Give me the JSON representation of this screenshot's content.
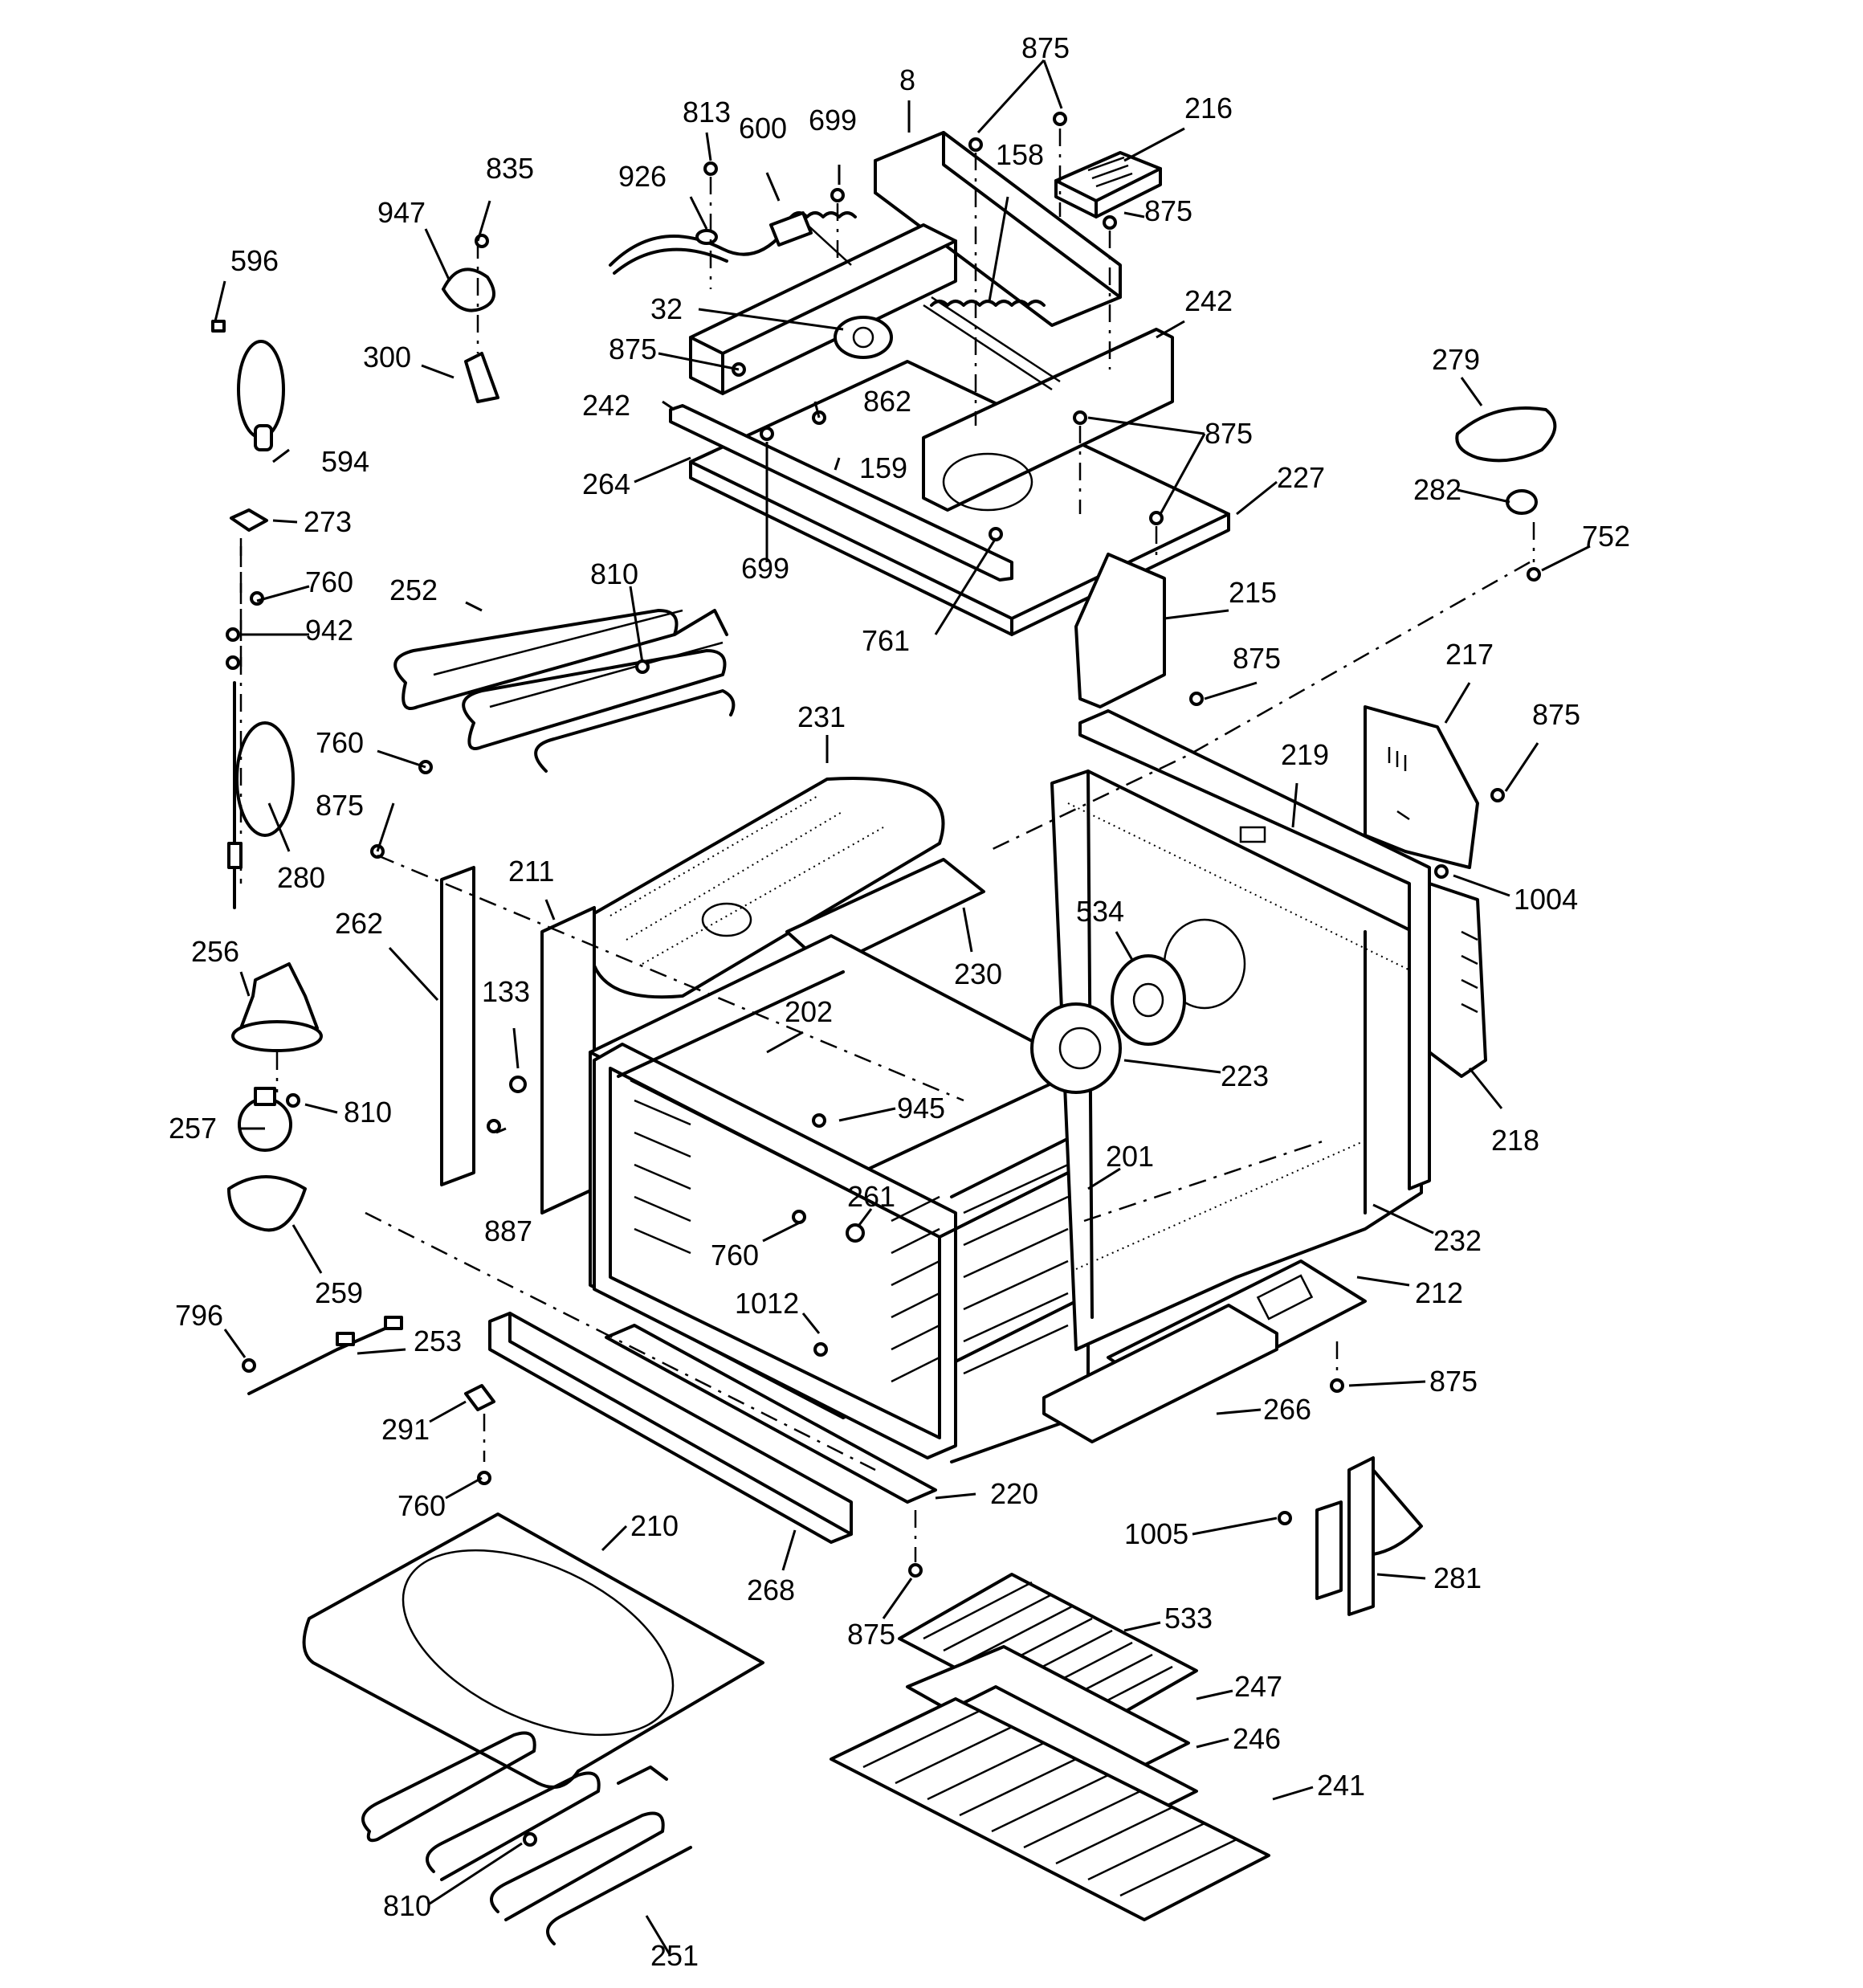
{
  "labels": [
    {
      "id": "p875a",
      "text": "875"
    },
    {
      "id": "p8",
      "text": "8"
    },
    {
      "id": "p216",
      "text": "216"
    },
    {
      "id": "p813",
      "text": "813"
    },
    {
      "id": "p600",
      "text": "600"
    },
    {
      "id": "p699a",
      "text": "699"
    },
    {
      "id": "p835",
      "text": "835"
    },
    {
      "id": "p158",
      "text": "158"
    },
    {
      "id": "p926",
      "text": "926"
    },
    {
      "id": "p947",
      "text": "947"
    },
    {
      "id": "p875b",
      "text": "875"
    },
    {
      "id": "p596",
      "text": "596"
    },
    {
      "id": "p32",
      "text": "32"
    },
    {
      "id": "p242a",
      "text": "242"
    },
    {
      "id": "p875c",
      "text": "875"
    },
    {
      "id": "p300",
      "text": "300"
    },
    {
      "id": "p242b",
      "text": "242"
    },
    {
      "id": "p862",
      "text": "862"
    },
    {
      "id": "p279",
      "text": "279"
    },
    {
      "id": "p875d",
      "text": "875"
    },
    {
      "id": "p594",
      "text": "594"
    },
    {
      "id": "p159",
      "text": "159"
    },
    {
      "id": "p264",
      "text": "264"
    },
    {
      "id": "p227",
      "text": "227"
    },
    {
      "id": "p282",
      "text": "282"
    },
    {
      "id": "p273",
      "text": "273"
    },
    {
      "id": "p752",
      "text": "752"
    },
    {
      "id": "p699b",
      "text": "699"
    },
    {
      "id": "p810a",
      "text": "810"
    },
    {
      "id": "p760a",
      "text": "760"
    },
    {
      "id": "p252",
      "text": "252"
    },
    {
      "id": "p215",
      "text": "215"
    },
    {
      "id": "p942",
      "text": "942"
    },
    {
      "id": "p761",
      "text": "761"
    },
    {
      "id": "p217",
      "text": "217"
    },
    {
      "id": "p875e",
      "text": "875"
    },
    {
      "id": "p231",
      "text": "231"
    },
    {
      "id": "p875f",
      "text": "875"
    },
    {
      "id": "p760b",
      "text": "760"
    },
    {
      "id": "p219",
      "text": "219"
    },
    {
      "id": "p875g",
      "text": "875"
    },
    {
      "id": "p280",
      "text": "280"
    },
    {
      "id": "p211",
      "text": "211"
    },
    {
      "id": "p1004",
      "text": "1004"
    },
    {
      "id": "p262",
      "text": "262"
    },
    {
      "id": "p534",
      "text": "534"
    },
    {
      "id": "p256",
      "text": "256"
    },
    {
      "id": "p230",
      "text": "230"
    },
    {
      "id": "p133",
      "text": "133"
    },
    {
      "id": "p202",
      "text": "202"
    },
    {
      "id": "p223",
      "text": "223"
    },
    {
      "id": "p810b",
      "text": "810"
    },
    {
      "id": "p945",
      "text": "945"
    },
    {
      "id": "p257",
      "text": "257"
    },
    {
      "id": "p218",
      "text": "218"
    },
    {
      "id": "p201",
      "text": "201"
    },
    {
      "id": "p261",
      "text": "261"
    },
    {
      "id": "p887",
      "text": "887"
    },
    {
      "id": "p760c",
      "text": "760"
    },
    {
      "id": "p232",
      "text": "232"
    },
    {
      "id": "p259",
      "text": "259"
    },
    {
      "id": "p212",
      "text": "212"
    },
    {
      "id": "p1012",
      "text": "1012"
    },
    {
      "id": "p796",
      "text": "796"
    },
    {
      "id": "p253",
      "text": "253"
    },
    {
      "id": "p875h",
      "text": "875"
    },
    {
      "id": "p266",
      "text": "266"
    },
    {
      "id": "p291",
      "text": "291"
    },
    {
      "id": "p220",
      "text": "220"
    },
    {
      "id": "p760d",
      "text": "760"
    },
    {
      "id": "p210",
      "text": "210"
    },
    {
      "id": "p1005",
      "text": "1005"
    },
    {
      "id": "p281",
      "text": "281"
    },
    {
      "id": "p268",
      "text": "268"
    },
    {
      "id": "p875i",
      "text": "875"
    },
    {
      "id": "p533",
      "text": "533"
    },
    {
      "id": "p247",
      "text": "247"
    },
    {
      "id": "p246",
      "text": "246"
    },
    {
      "id": "p241",
      "text": "241"
    },
    {
      "id": "p810c",
      "text": "810"
    },
    {
      "id": "p251",
      "text": "251"
    }
  ]
}
